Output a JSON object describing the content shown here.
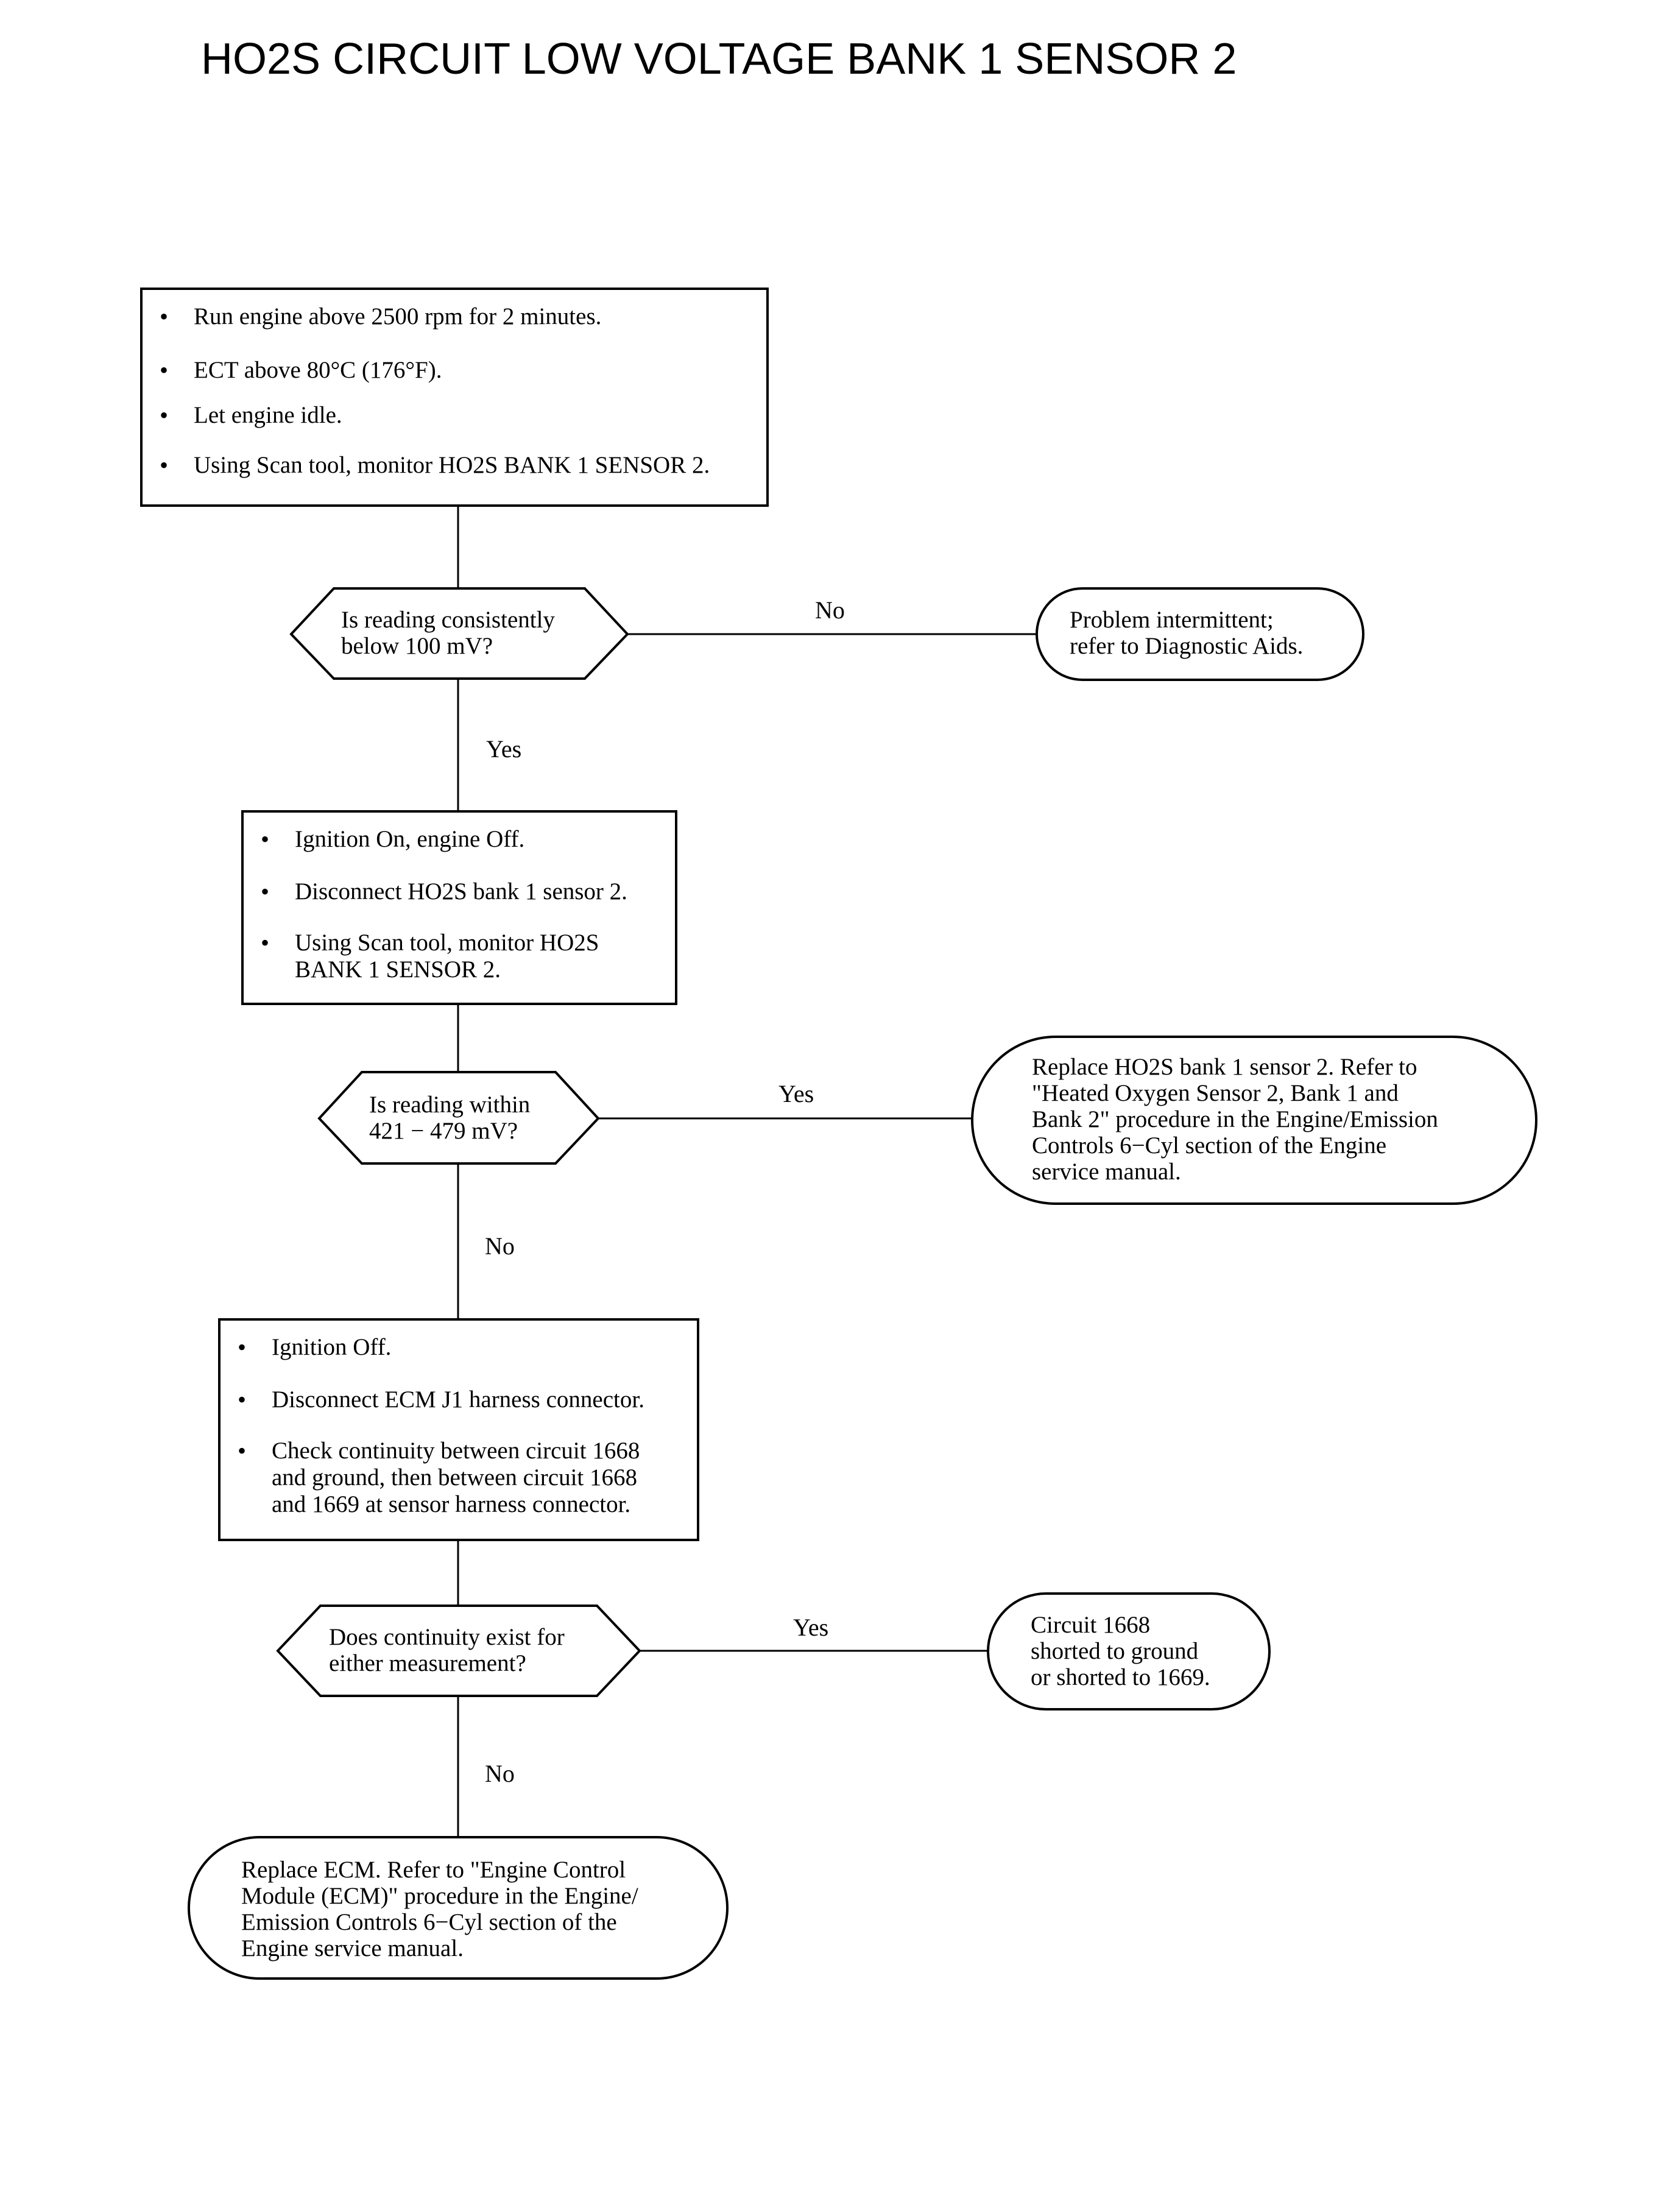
{
  "title": "HO2S CIRCUIT LOW VOLTAGE BANK 1 SENSOR 2",
  "step1": {
    "items": [
      "Run engine  above 2500 rpm for 2 minutes.",
      "ECT above 80°C (176°F).",
      "Let engine idle.",
      "Using Scan tool, monitor HO2S BANK 1 SENSOR 2."
    ]
  },
  "decision1": {
    "lines": [
      "Is reading consistently",
      "below 100 mV?"
    ],
    "no_label": "No",
    "yes_label": "Yes"
  },
  "result1": {
    "lines": [
      "Problem intermittent;",
      "refer to Diagnostic Aids."
    ]
  },
  "step2": {
    "items": [
      "Ignition On, engine Off.",
      "Disconnect HO2S bank 1 sensor 2.",
      "Using Scan tool, monitor HO2S\nBANK 1 SENSOR 2."
    ]
  },
  "decision2": {
    "lines": [
      "Is reading within",
      "421 − 479 mV?"
    ],
    "yes_label": "Yes",
    "no_label": "No"
  },
  "result2": {
    "lines": [
      "Replace HO2S bank 1 sensor 2. Refer to",
      "\"Heated Oxygen Sensor 2, Bank 1 and",
      "Bank 2\" procedure in the Engine/Emission",
      "Controls 6−Cyl section of the Engine",
      "service manual."
    ]
  },
  "step3": {
    "items": [
      "Ignition Off.",
      "Disconnect ECM J1 harness connector.",
      "Check continuity between circuit 1668\nand ground, then between circuit 1668\nand 1669 at sensor harness connector."
    ]
  },
  "decision3": {
    "lines": [
      "Does continuity exist for",
      "either measurement?"
    ],
    "yes_label": "Yes",
    "no_label": "No"
  },
  "result3": {
    "lines": [
      "Circuit 1668",
      "shorted to ground",
      "or shorted to 1669."
    ]
  },
  "result4": {
    "lines": [
      "Replace ECM. Refer to \"Engine Control",
      "Module (ECM)\" procedure in the Engine/",
      "Emission Controls 6−Cyl section of the",
      "Engine service manual."
    ]
  }
}
